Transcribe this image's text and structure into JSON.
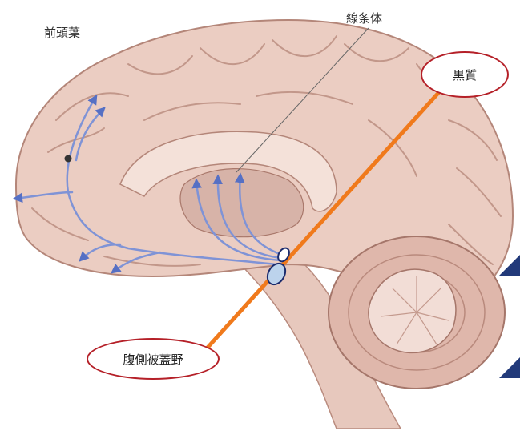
{
  "labels": {
    "frontal_lobe": "前頭葉",
    "striatum": "線条体",
    "substantia_nigra": "黒質",
    "vta": "腹側被蓋野"
  },
  "icons": {
    "corner_marker": "blue-triangle-icon"
  },
  "colors": {
    "pathway": "#7f93d6",
    "pathway_outline": "#3e57a8",
    "axis_line": "#f07a1c",
    "label_border": "#b52028",
    "nucleus_outline": "#1a2a6c",
    "tissue": "#e9c9bf",
    "tissue_dark": "#c89a8c",
    "triangle": "#223a7a"
  }
}
